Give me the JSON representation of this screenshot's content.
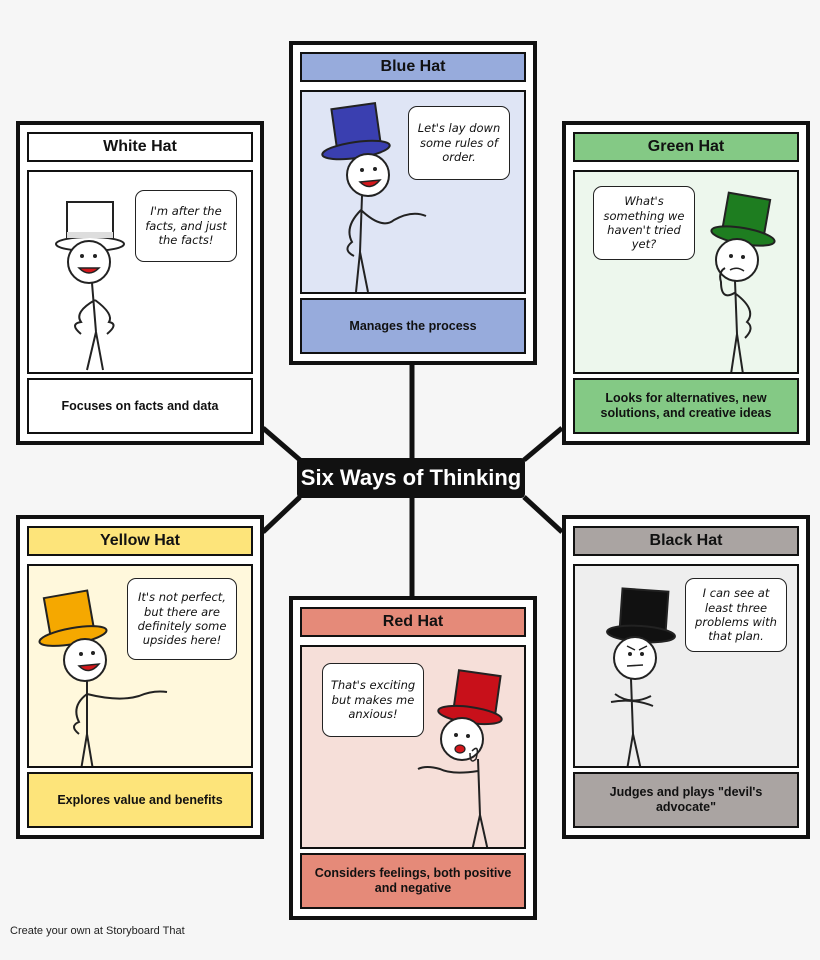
{
  "title": "Six Ways of Thinking",
  "footer": "Create your own at Storyboard That",
  "hats": {
    "white": {
      "name": "White Hat",
      "speech": "I'm after the facts, and just the facts!",
      "caption": "Focuses on facts and data",
      "header_color": "#ffffff",
      "scene_color": "#ffffff",
      "caption_color": "#ffffff",
      "hat_color": "#ffffff"
    },
    "blue": {
      "name": "Blue Hat",
      "speech": "Let's lay down some rules of order.",
      "caption": "Manages the process",
      "header_color": "#97abdc",
      "scene_color": "#dfe5f5",
      "caption_color": "#97abdc",
      "hat_color": "#3a3fb0"
    },
    "green": {
      "name": "Green Hat",
      "speech": "What's something we haven't tried yet?",
      "caption": "Looks for alternatives, new solutions, and creative ideas",
      "header_color": "#84c985",
      "scene_color": "#edf7ed",
      "caption_color": "#84c985",
      "hat_color": "#1e7d20"
    },
    "yellow": {
      "name": "Yellow Hat",
      "speech": "It's not perfect, but there are definitely some upsides here!",
      "caption": "Explores value and benefits",
      "header_color": "#fde47a",
      "scene_color": "#fff8dc",
      "caption_color": "#fde47a",
      "hat_color": "#f5a800"
    },
    "red": {
      "name": "Red Hat",
      "speech": "That's exciting but makes me anxious!",
      "caption": "Considers feelings, both positive and negative",
      "header_color": "#e58a79",
      "scene_color": "#f6dfd9",
      "caption_color": "#e58a79",
      "hat_color": "#c8101a"
    },
    "black": {
      "name": "Black Hat",
      "speech": "I can see at least three problems with that plan.",
      "caption": "Judges and plays \"devil's advocate\"",
      "header_color": "#aaa4a2",
      "scene_color": "#eeeeee",
      "caption_color": "#aaa4a2",
      "hat_color": "#111111"
    }
  }
}
